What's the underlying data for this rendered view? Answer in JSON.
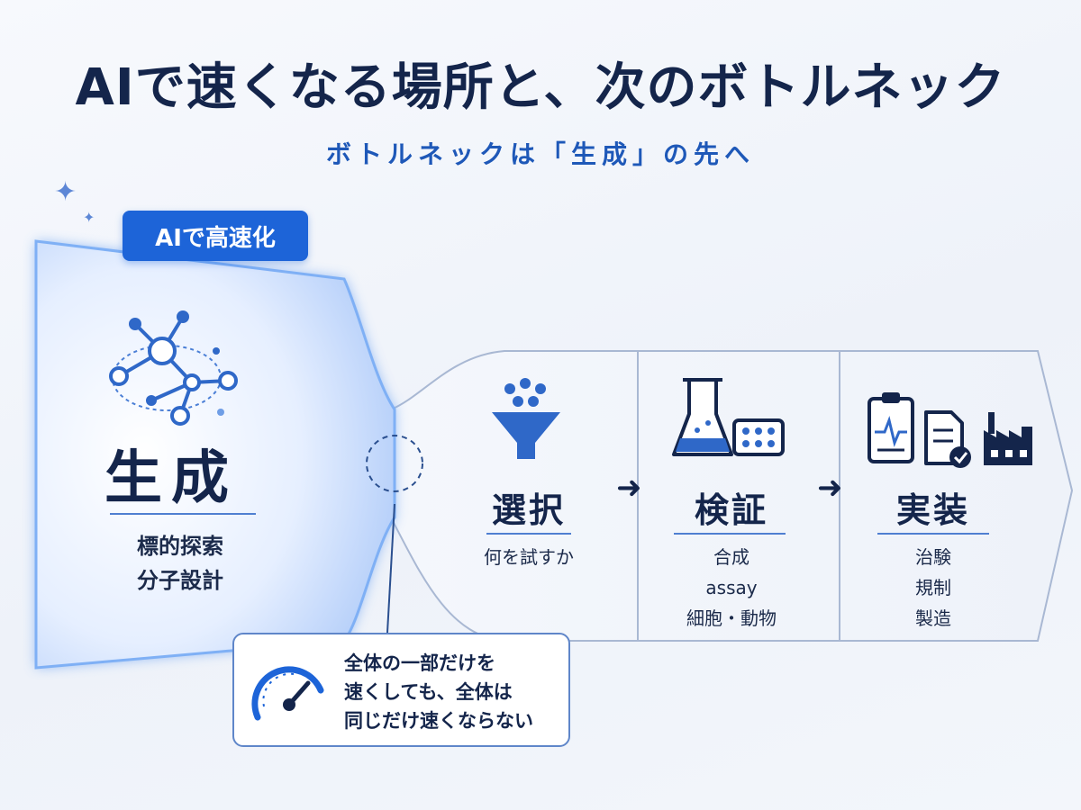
{
  "title": "AIで速くなる場所と、次のボトルネック",
  "subtitle": "ボトルネックは「生成」の先へ",
  "badge": "AIで高速化",
  "generation": {
    "title": "生成",
    "lines": [
      "標的探索",
      "分子設計"
    ]
  },
  "stages": [
    {
      "title": "選択",
      "lines": [
        "何を試すか"
      ],
      "icon": "funnel-icon"
    },
    {
      "title": "検証",
      "lines": [
        "合成",
        "assay",
        "細胞・動物"
      ],
      "icon": "flask-icon"
    },
    {
      "title": "実装",
      "lines": [
        "治験",
        "規制",
        "製造"
      ],
      "icon": "clipboard-icon"
    }
  ],
  "callout": {
    "lines": [
      "全体の一部だけを",
      "速くしても、全体は",
      "同じだけ速くならない"
    ],
    "icon": "gauge-icon"
  },
  "colors": {
    "accent": "#1d64d8",
    "navy": "#14254b",
    "glow": "#5f9af0"
  }
}
